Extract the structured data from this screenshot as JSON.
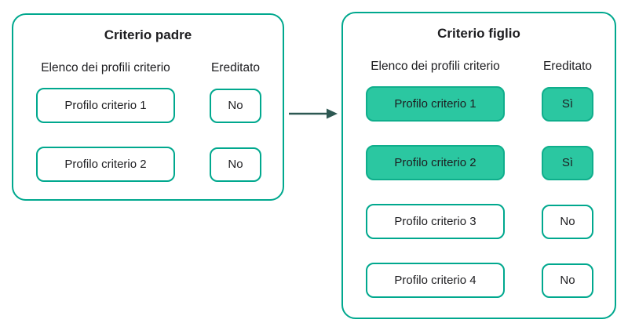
{
  "diagram": {
    "accent_border_color": "#00a88e",
    "highlight_fill_color": "#2bc7a1",
    "highlight_border_color": "#0fae8c",
    "arrow_color": "#2d5852",
    "text_color": "#1d1d20"
  },
  "parent_panel": {
    "title": "Criterio padre",
    "col_profiles": "Elenco dei profili criterio",
    "col_inherited": "Ereditato",
    "rows": [
      {
        "profile": "Profilo criterio 1",
        "inherited": "No",
        "highlighted": false
      },
      {
        "profile": "Profilo criterio 2",
        "inherited": "No",
        "highlighted": false
      }
    ]
  },
  "child_panel": {
    "title": "Criterio figlio",
    "col_profiles": "Elenco dei profili criterio",
    "col_inherited": "Ereditato",
    "rows": [
      {
        "profile": "Profilo criterio 1",
        "inherited": "Sì",
        "highlighted": true
      },
      {
        "profile": "Profilo criterio 2",
        "inherited": "Sì",
        "highlighted": true
      },
      {
        "profile": "Profilo criterio 3",
        "inherited": "No",
        "highlighted": false
      },
      {
        "profile": "Profilo criterio 4",
        "inherited": "No",
        "highlighted": false
      }
    ]
  }
}
